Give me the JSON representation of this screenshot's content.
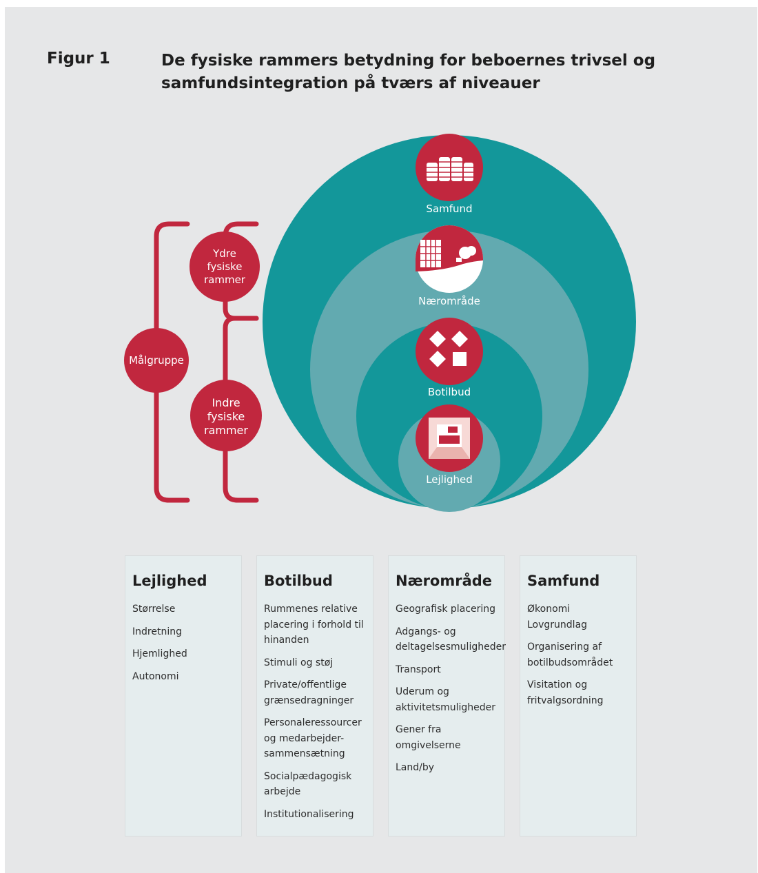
{
  "figure": {
    "label": "Figur 1",
    "title": "De fysiske rammers betydning for beboernes trivsel og samfundsintegration på tværs af niveauer"
  },
  "diagram": {
    "levels": [
      {
        "id": "samfund",
        "label": "Samfund",
        "icon": "coin-stacks-icon"
      },
      {
        "id": "naeromraade",
        "label": "Nærområde",
        "icon": "city-landscape-icon"
      },
      {
        "id": "botilbud",
        "label": "Botilbud",
        "icon": "diamond-blocks-icon"
      },
      {
        "id": "lejlighed",
        "label": "Lejlighed",
        "icon": "room-interior-icon"
      }
    ],
    "brackets": {
      "outer": {
        "label": "Målgruppe"
      },
      "upper": {
        "label_lines": [
          "Ydre",
          "fysiske",
          "rammer"
        ]
      },
      "lower": {
        "label_lines": [
          "Indre",
          "fysiske",
          "rammer"
        ]
      }
    },
    "colors": {
      "red": "#c1273e",
      "outer_circle": "#13979a",
      "second_circle": "#62aab0",
      "third_circle": "#13979a",
      "inner_circle": "#62aab0",
      "background": "#e6e7e8",
      "box": "#e5edee"
    }
  },
  "columns": [
    {
      "title": "Lejlighed",
      "items": [
        "Størrelse",
        "Indretning",
        "Hjemlighed",
        "Autonomi"
      ]
    },
    {
      "title": "Botilbud",
      "items": [
        "Rummenes relative\nplacering i forhold til\nhinanden",
        "Stimuli og støj",
        "Private/offentlige\ngrænsedragninger",
        "Personaleressourcer\nog medarbejder-\nsammensætning",
        "Socialpædagogisk\narbejde",
        "Institutionalisering"
      ]
    },
    {
      "title": "Nærområde",
      "items": [
        "Geografisk placering",
        "Adgangs- og\ndeltagelsesmuligheder",
        "Transport",
        "Uderum og\naktivitetsmuligheder",
        "Gener fra omgivelserne",
        "Land/by"
      ]
    },
    {
      "title": "Samfund",
      "items": [
        "Økonomi\nLovgrundlag",
        "Organisering af\nbotilbudsområdet",
        "Visitation og\nfritvalgsordning"
      ]
    }
  ]
}
